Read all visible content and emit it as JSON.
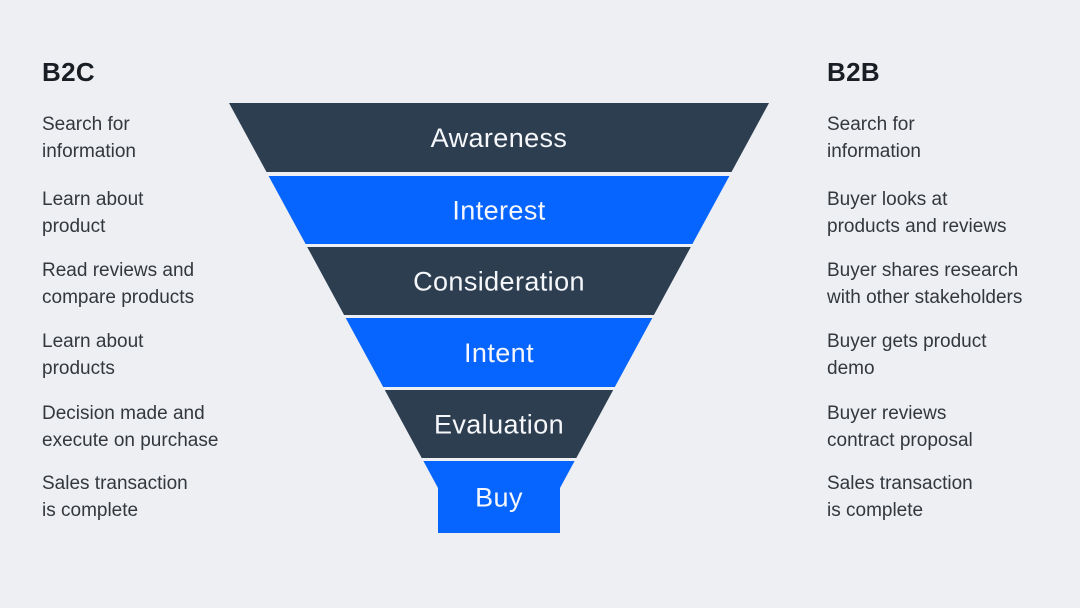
{
  "colors": {
    "background": "#edeff2",
    "dark_stage": "#2d3e51",
    "blue_stage": "#0664ff",
    "stage_text": "#f5f7fa",
    "heading_text": "#191d24",
    "body_text": "#33383e"
  },
  "b2c": {
    "title": "B2C",
    "items": [
      "Search for\ninformation",
      "Learn about\nproduct",
      "Read reviews and\ncompare products",
      "Learn about\nproducts",
      "Decision made and\nexecute on purchase",
      "Sales transaction\nis complete"
    ]
  },
  "b2b": {
    "title": "B2B",
    "items": [
      "Search for\ninformation",
      "Buyer looks at\nproducts and reviews",
      "Buyer shares research\nwith other stakeholders",
      "Buyer gets product\ndemo",
      "Buyer reviews\ncontract proposal",
      "Sales transaction\nis complete"
    ]
  },
  "funnel": {
    "stages": [
      {
        "label": "Awareness",
        "color": "#2d3e51"
      },
      {
        "label": "Interest",
        "color": "#0664ff"
      },
      {
        "label": "Consideration",
        "color": "#2d3e51"
      },
      {
        "label": "Intent",
        "color": "#0664ff"
      },
      {
        "label": "Evaluation",
        "color": "#2d3e51"
      },
      {
        "label": "Buy",
        "color": "#0664ff"
      }
    ]
  }
}
